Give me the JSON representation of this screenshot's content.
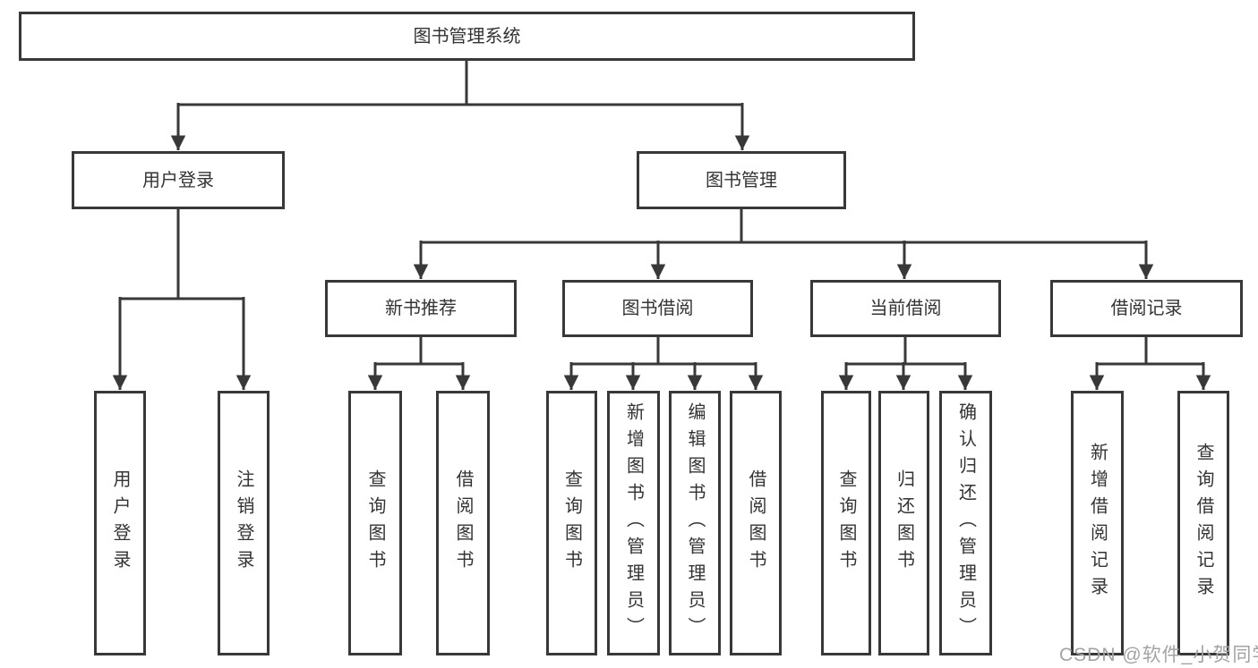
{
  "diagram": {
    "root": {
      "label": "图书管理系统"
    },
    "branches": [
      {
        "label": "用户登录",
        "children": [
          {
            "label": "用户登录"
          },
          {
            "label": "注销登录"
          }
        ]
      },
      {
        "label": "图书管理",
        "sections": [
          {
            "label": "新书推荐",
            "children": [
              {
                "label": "查询图书"
              },
              {
                "label": "借阅图书"
              }
            ]
          },
          {
            "label": "图书借阅",
            "children": [
              {
                "label": "查询图书"
              },
              {
                "label": "新增图书（管理员）"
              },
              {
                "label": "编辑图书（管理员）"
              },
              {
                "label": "借阅图书"
              }
            ]
          },
          {
            "label": "当前借阅",
            "children": [
              {
                "label": "查询图书"
              },
              {
                "label": "归还图书"
              },
              {
                "label": "确认归还（管理员）"
              }
            ]
          },
          {
            "label": "借阅记录",
            "children": [
              {
                "label": "新增借阅记录"
              },
              {
                "label": "查询借阅记录"
              }
            ]
          }
        ]
      }
    ]
  },
  "watermark": {
    "text": "CSDN @软件_小贺同学"
  },
  "colors": {
    "line": "#383838",
    "box_border": "#383838",
    "text": "#333333",
    "watermark": "#a3a3a3",
    "background": "#ffffff"
  }
}
